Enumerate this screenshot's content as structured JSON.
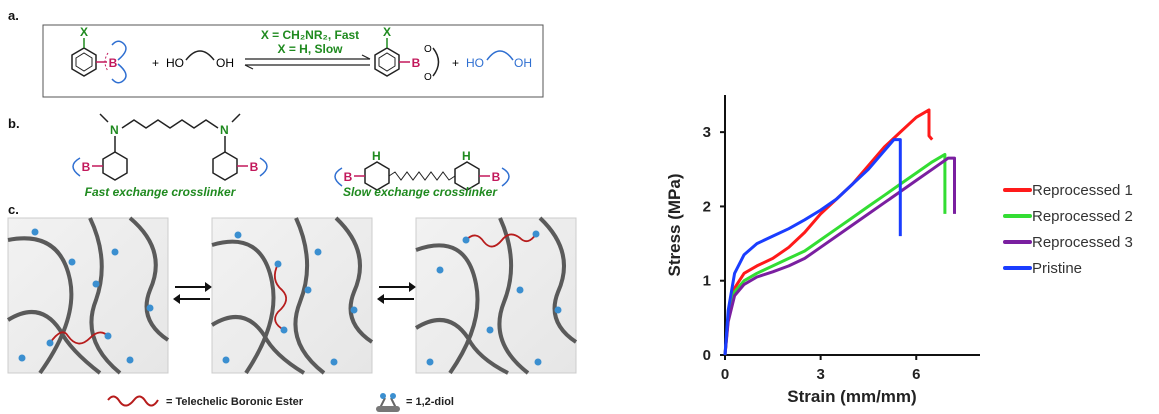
{
  "panels": {
    "a": {
      "label": "a.",
      "condition_fast": "X = CH₂NR₂, Fast",
      "condition_slow": "X = H, Slow",
      "x": "X",
      "b": "B",
      "plus": "+",
      "ho": "HO",
      "oh": "OH",
      "o": "O"
    },
    "b": {
      "label": "b.",
      "n": "N",
      "h": "H",
      "fast_caption": "Fast exchange crosslinker",
      "slow_caption": "Slow exchange crosslinker"
    },
    "c": {
      "label": "c.",
      "key_ester": "= Telechelic Boronic Ester",
      "key_diol": "= 1,2-diol"
    }
  },
  "colors": {
    "boron": "#c2185b",
    "green": "#1f8a1f",
    "diol_blue": "#2f6fd1",
    "crosslinker_red": "#b71c1c",
    "chain_gray": "#5a5a5a",
    "pendant_blue": "#3b8fd0"
  },
  "chart_data": {
    "type": "line",
    "xlabel": "Strain (mm/mm)",
    "ylabel": "Stress (MPa)",
    "xlim": [
      0,
      8
    ],
    "ylim": [
      0,
      3.5
    ],
    "xticks": [
      0,
      3,
      6
    ],
    "yticks": [
      0,
      1,
      2,
      3
    ],
    "legend_position": "right",
    "series": [
      {
        "name": "Reprocessed 1",
        "color": "#ff1a1a",
        "x": [
          0,
          0.1,
          0.3,
          0.6,
          1.0,
          1.5,
          2.0,
          2.5,
          3.0,
          3.5,
          4.0,
          4.5,
          5.0,
          5.5,
          6.0,
          6.4,
          6.4,
          6.5
        ],
        "y": [
          0,
          0.5,
          0.9,
          1.1,
          1.2,
          1.3,
          1.45,
          1.65,
          1.9,
          2.1,
          2.3,
          2.55,
          2.8,
          3.0,
          3.2,
          3.3,
          2.95,
          2.9
        ]
      },
      {
        "name": "Reprocessed 2",
        "color": "#33dd33",
        "x": [
          0,
          0.1,
          0.3,
          0.6,
          1.0,
          1.5,
          2.0,
          2.5,
          3.0,
          3.5,
          4.0,
          4.5,
          5.0,
          5.5,
          6.0,
          6.5,
          6.9,
          6.9
        ],
        "y": [
          0,
          0.5,
          0.85,
          1.0,
          1.1,
          1.2,
          1.3,
          1.4,
          1.55,
          1.7,
          1.85,
          2.0,
          2.15,
          2.3,
          2.45,
          2.6,
          2.7,
          1.9
        ]
      },
      {
        "name": "Reprocessed 3",
        "color": "#7a1fa0",
        "x": [
          0,
          0.1,
          0.3,
          0.6,
          1.0,
          1.5,
          2.0,
          2.5,
          3.0,
          3.5,
          4.0,
          4.5,
          5.0,
          5.5,
          6.0,
          6.5,
          7.0,
          7.2,
          7.2
        ],
        "y": [
          0,
          0.45,
          0.8,
          0.95,
          1.05,
          1.12,
          1.2,
          1.3,
          1.45,
          1.6,
          1.75,
          1.9,
          2.05,
          2.2,
          2.35,
          2.5,
          2.65,
          2.65,
          1.9
        ]
      },
      {
        "name": "Pristine",
        "color": "#1a3dff",
        "x": [
          0,
          0.1,
          0.3,
          0.6,
          1.0,
          1.5,
          2.0,
          2.5,
          3.0,
          3.5,
          4.0,
          4.5,
          5.0,
          5.3,
          5.5,
          5.5
        ],
        "y": [
          0,
          0.6,
          1.1,
          1.35,
          1.5,
          1.6,
          1.7,
          1.82,
          1.95,
          2.1,
          2.3,
          2.5,
          2.75,
          2.9,
          2.9,
          1.6
        ]
      }
    ]
  }
}
